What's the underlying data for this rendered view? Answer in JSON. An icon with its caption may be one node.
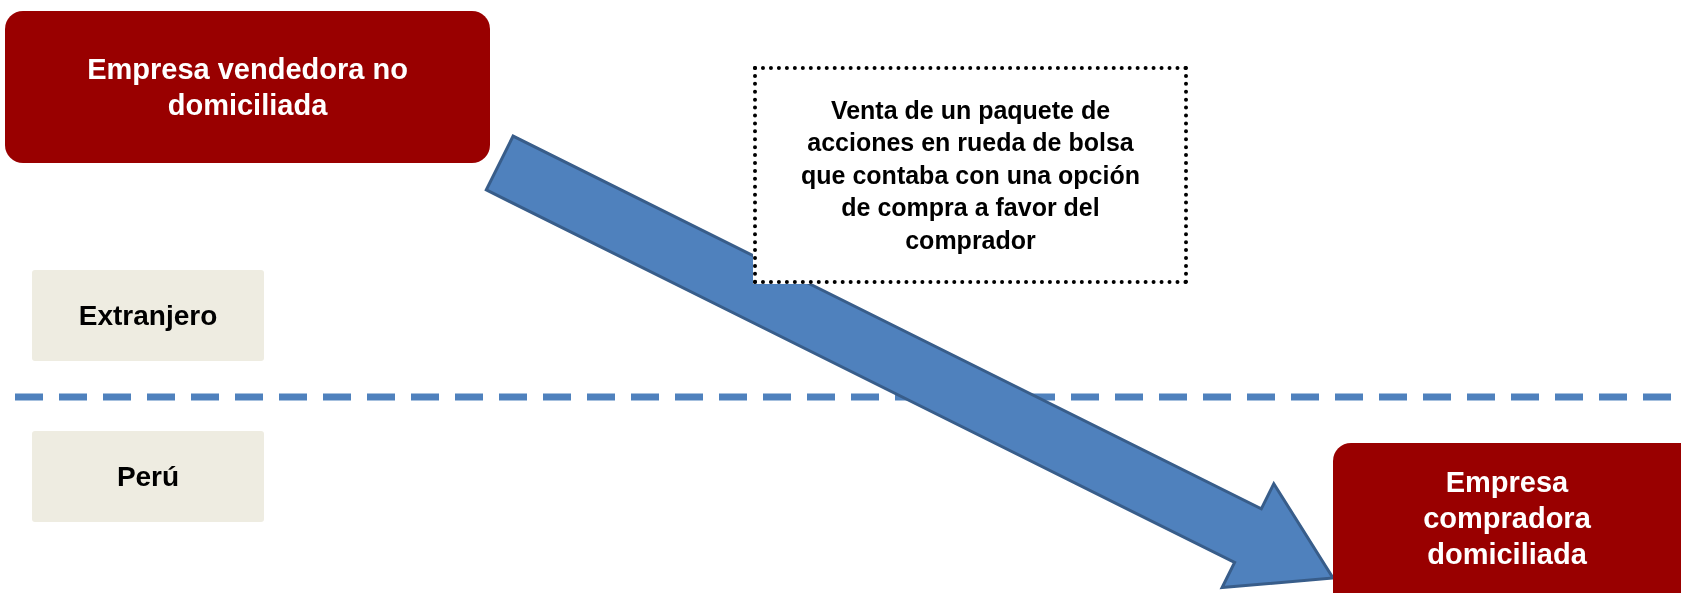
{
  "diagram": {
    "nodes": [
      {
        "text": [
          "Empresa vendedora no domiciliada"
        ]
      },
      {
        "text": [
          "Venta de un paquete de acciones en rueda de bolsa que contaba con una opción de compra a favor del comprador"
        ]
      },
      {
        "text": [
          "Extranjero"
        ]
      },
      {
        "text": [
          "Perú"
        ]
      },
      {
        "text": [
          "Empresa compradora domiciliada"
        ]
      }
    ],
    "edges": [
      {
        "from": 0,
        "to": 4,
        "arrow": "to",
        "style": "thick"
      }
    ]
  }
}
